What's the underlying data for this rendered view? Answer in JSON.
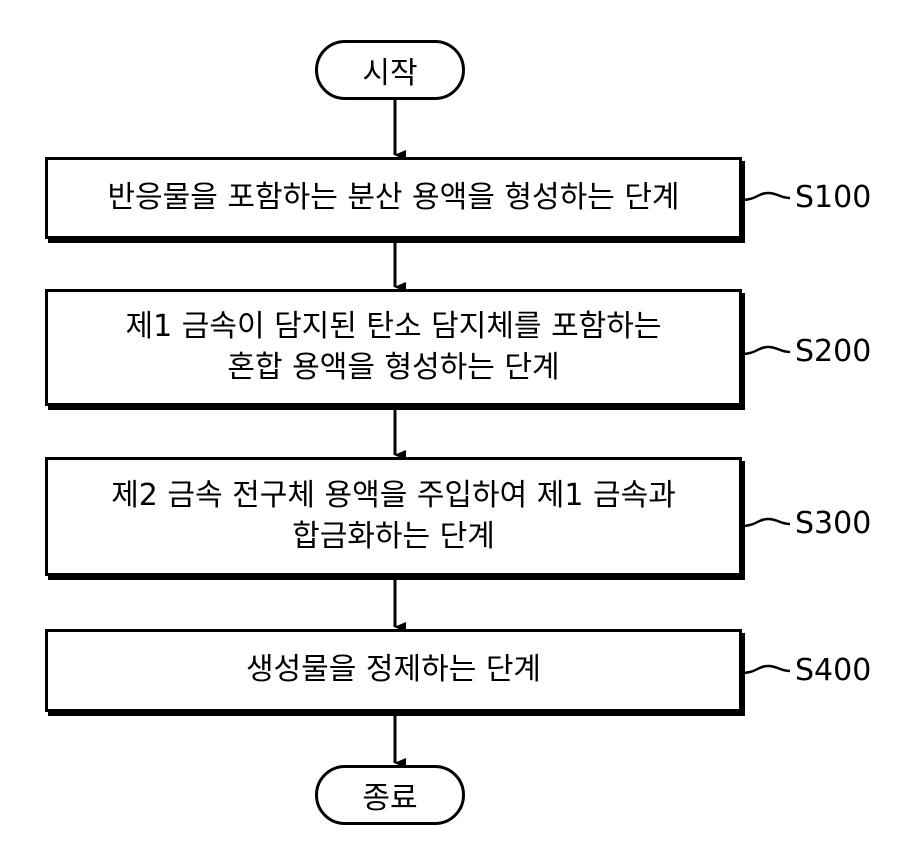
{
  "start": "시작",
  "end": "종료",
  "steps": [
    {
      "id": "S100",
      "lines": [
        "반응물을 포함하는 분산 용액을 형성하는 단계"
      ]
    },
    {
      "id": "S200",
      "lines": [
        "제1 금속이 담지된 탄소 담지체를 포함하는",
        "혼합 용액을 형성하는 단계"
      ]
    },
    {
      "id": "S300",
      "lines": [
        "제2 금속 전구체 용액을 주입하여 제1 금속과",
        "합금화하는 단계"
      ]
    },
    {
      "id": "S400",
      "lines": [
        "생성물을 정제하는 단계"
      ]
    }
  ]
}
